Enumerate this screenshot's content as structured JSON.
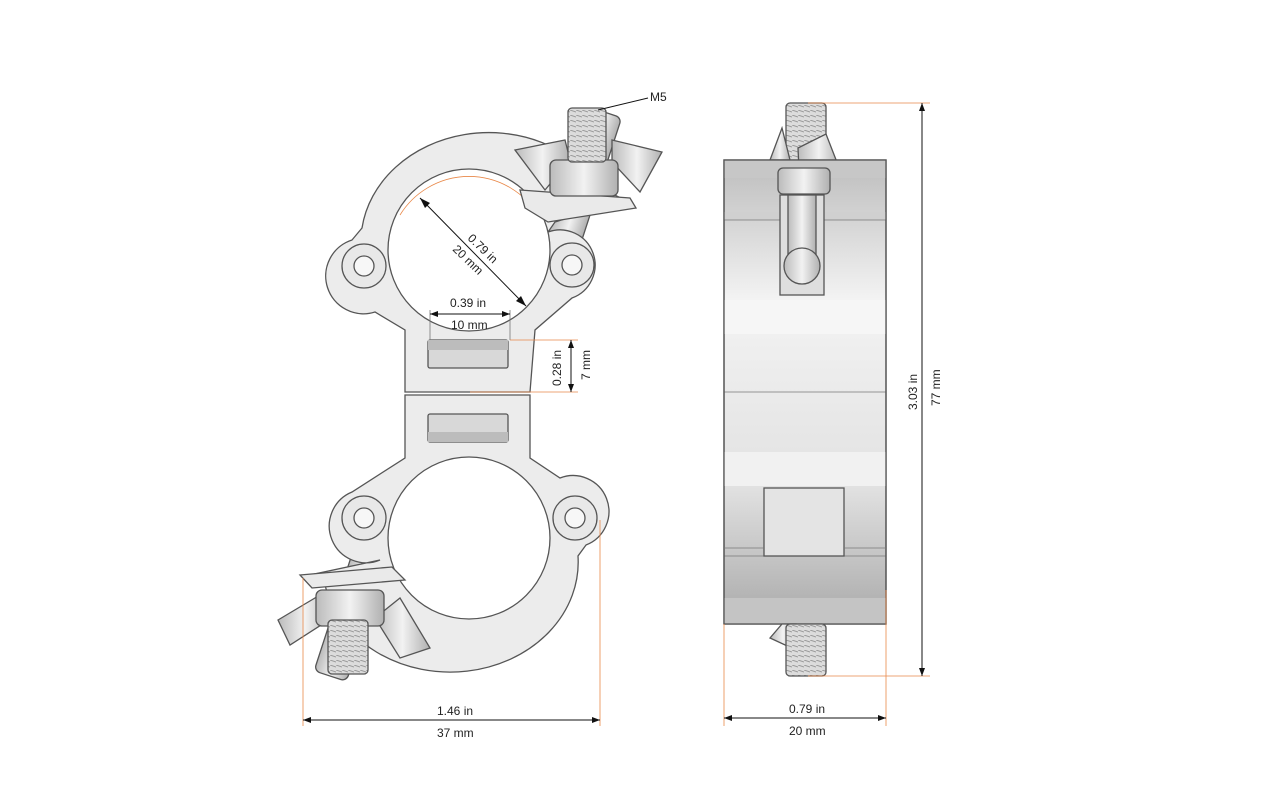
{
  "labels": {
    "thread": "M5",
    "tube_diameter_in": "0.79 in",
    "tube_diameter_mm": "20 mm",
    "slot_width_in": "0.39 in",
    "slot_width_mm": "10 mm",
    "slot_height_in": "0.28 in",
    "slot_height_mm": "7 mm",
    "overall_width_in": "1.46 in",
    "overall_width_mm": "37 mm",
    "side_width_in": "0.79 in",
    "side_width_mm": "20 mm",
    "overall_height_in": "3.03 in",
    "overall_height_mm": "77 mm"
  },
  "colors": {
    "dimension_line": "#111111",
    "extension_line": "#e9894a",
    "part_fill": "#eeeeee",
    "part_outline": "#555555"
  }
}
